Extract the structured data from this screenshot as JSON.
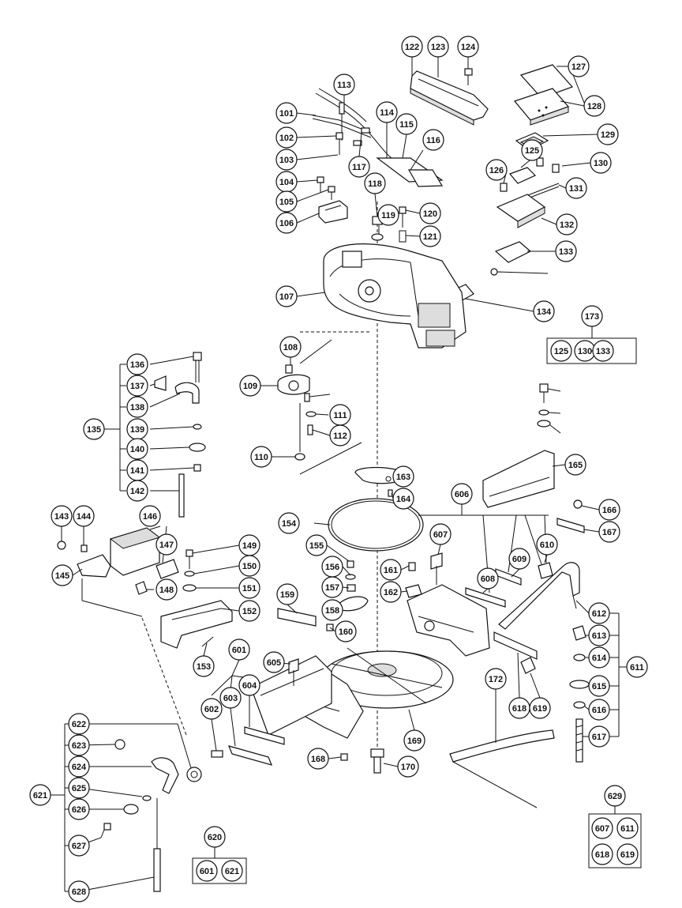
{
  "balloons": [
    "122",
    "123",
    "124",
    "127",
    "128",
    "129",
    "130",
    "131",
    "125",
    "126",
    "132",
    "133",
    "134",
    "173",
    "113",
    "101",
    "102",
    "103",
    "104",
    "105",
    "106",
    "107",
    "114",
    "115",
    "116",
    "117",
    "118",
    "119",
    "120",
    "121",
    "108",
    "109",
    "111",
    "112",
    "110",
    "136",
    "137",
    "138",
    "135",
    "139",
    "140",
    "141",
    "142",
    "143",
    "144",
    "146",
    "147",
    "145",
    "148",
    "149",
    "150",
    "151",
    "152",
    "153",
    "154",
    "155",
    "156",
    "157",
    "158",
    "159",
    "160",
    "161",
    "162",
    "163",
    "164",
    "165",
    "166",
    "167",
    "606",
    "607",
    "608",
    "609",
    "610",
    "611",
    "612",
    "613",
    "614",
    "615",
    "616",
    "617",
    "618",
    "619",
    "601",
    "602",
    "603",
    "604",
    "605",
    "168",
    "169",
    "170",
    "172",
    "621",
    "622",
    "623",
    "624",
    "625",
    "626",
    "627",
    "628",
    "620",
    "629"
  ],
  "kit_173": [
    "125",
    "130",
    "~",
    "133"
  ],
  "kit_620": [
    "601",
    "621"
  ],
  "kit_629": [
    "607",
    "611",
    "618",
    "619"
  ]
}
